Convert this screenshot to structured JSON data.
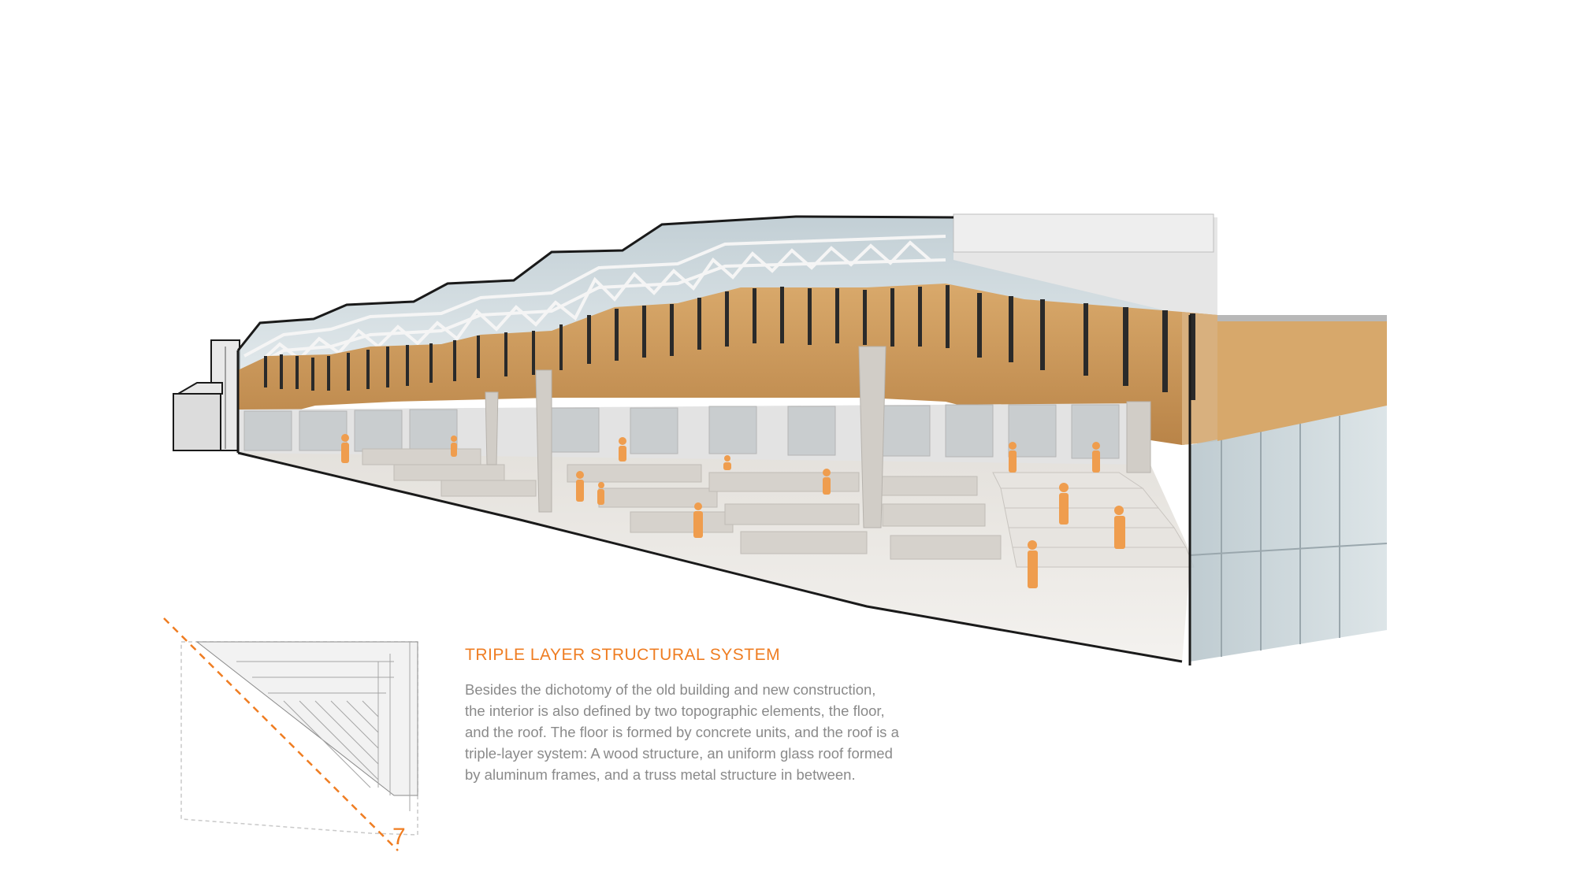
{
  "heading": "TRIPLE LAYER STRUCTURAL SYSTEM",
  "body": "Besides the dichotomy of the old building and new construction,\nthe interior is also defined by two topographic elements, the floor,\nand the roof. The floor is formed by concrete units, and the roof is a\ntriple-layer system: A wood structure, an uniform glass roof formed\nby aluminum frames, and a truss metal structure in between.",
  "key_plan_marker": "7",
  "colors": {
    "accent": "#ef7d22",
    "wood": "#c8955a",
    "concrete": "#dcd8d2",
    "glass": "#bfd0d6",
    "outline": "#1a1a1a"
  }
}
